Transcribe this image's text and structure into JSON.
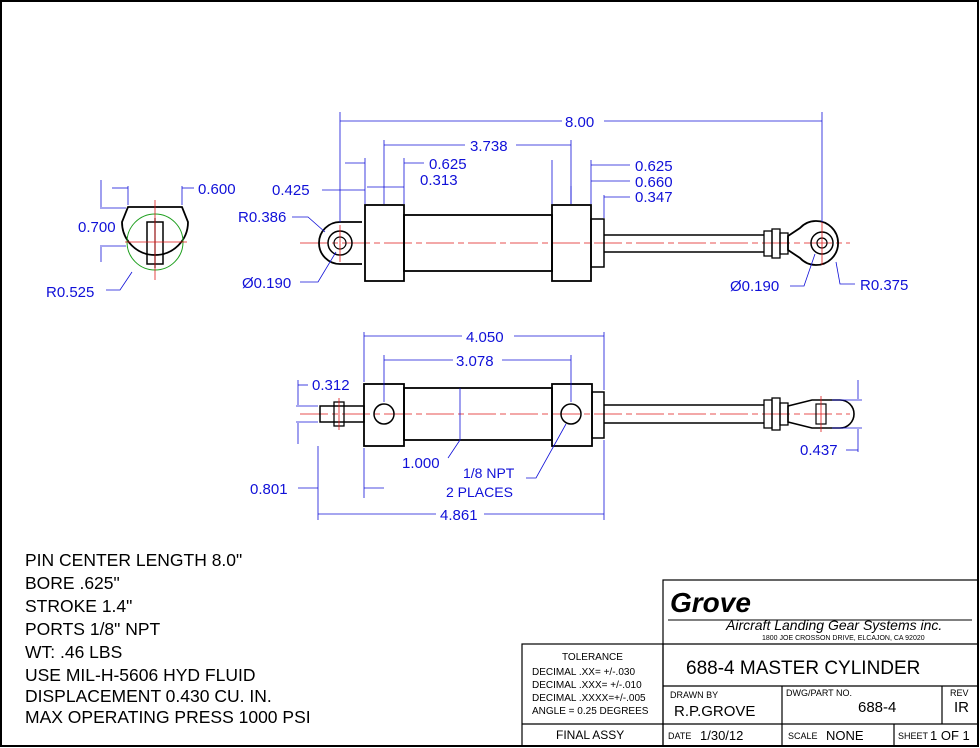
{
  "dimensions": {
    "overall_length": "8.00",
    "body_span": "3.738",
    "gland_left_length": "0.625",
    "gland_left_offset": "0.313",
    "gland_right_length": "0.625",
    "gland_right_height": "0.660",
    "gland_right_offset": "0.347",
    "eye_offset": "0.425",
    "eye_radius_left": "R0.386",
    "pin_dia_left": "Ø0.190",
    "pin_dia_right": "Ø0.190",
    "rod_end_radius": "R0.375",
    "end_view_width": "0.600",
    "end_view_height": "0.700",
    "end_view_radius": "R0.525",
    "bottom_body_length": "4.050",
    "port_spacing": "3.078",
    "bottom_left_tab": "0.312",
    "bore_height": "1.000",
    "port_label_line1": "1/8 NPT",
    "port_label_line2": "2 PLACES",
    "rod_end_thickness": "0.437",
    "mount_offset": "0.801",
    "bottom_overall": "4.861"
  },
  "specs": [
    "PIN CENTER LENGTH 8.0\"",
    "BORE .625\"",
    "STROKE 1.4\"",
    "PORTS 1/8\" NPT",
    "WT:  .46 LBS",
    "USE MIL-H-5606 HYD FLUID",
    "DISPLACEMENT 0.430 CU. IN.",
    "MAX OPERATING PRESS 1000 PSI"
  ],
  "title_block": {
    "company_logo": "Grove",
    "company_name": "Aircraft Landing Gear Systems inc.",
    "company_address": "1800 JOE CROSSON DRIVE, ELCAJON, CA 92020",
    "tolerance_heading": "TOLERANCE",
    "tolerances": [
      "DECIMAL  .XX=  +/-.030",
      "DECIMAL  .XXX= +/-.010",
      "DECIMAL  .XXXX=+/-.005",
      "ANGLE = 0.25 DEGREES"
    ],
    "drawing_title": "688-4 MASTER CYLINDER",
    "drawn_by_label": "DRAWN  BY",
    "drawn_by": "R.P.GROVE",
    "part_no_label": "DWG/PART  NO.",
    "part_no": "688-4",
    "rev_label": "REV",
    "rev": "IR",
    "final_assy": "FINAL ASSY",
    "date_label": "DATE",
    "date": "1/30/12",
    "scale_label": "SCALE",
    "scale": "NONE",
    "sheet_label": "SHEET",
    "sheet": "1 OF 1"
  },
  "colors": {
    "dimension": "#1010d8",
    "centerline": "#e01818",
    "outline": "#000000",
    "hidden_circle": "#20a020"
  }
}
